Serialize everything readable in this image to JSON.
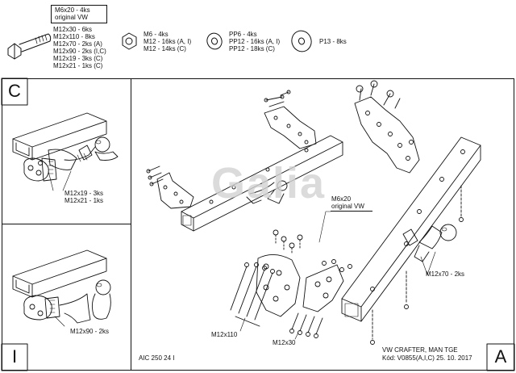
{
  "parts": {
    "bolt_main": [
      "M6x20 - 4ks",
      "original VW"
    ],
    "bolts": [
      "M12x30 - 6ks",
      "M12x110 - 8ks",
      "M12x70 - 2ks (A)",
      "M12x90 - 2ks (I,C)",
      "M12x19 - 3ks (C)",
      "M12x21 - 1ks (C)"
    ],
    "nuts": [
      "M6 - 4ks",
      "M12 - 16ks (A, I)",
      "M12 - 14ks (C)"
    ],
    "washers": [
      "PP6 - 4ks",
      "PP12 - 16ks (A, I)",
      "PP12 - 18ks (C)"
    ],
    "washer_large": "P13 - 8ks"
  },
  "variant_c": {
    "letter": "C",
    "callouts": [
      "M12x19 - 3ks",
      "M12x21 - 1ks"
    ]
  },
  "variant_i": {
    "letter": "I",
    "callout": "M12x90 - 2ks"
  },
  "variant_a": {
    "letter": "A",
    "callout_top": [
      "M6x20",
      "original VW"
    ],
    "callout_right": "M12x70 - 2ks",
    "callout_m12x110": "M12x110",
    "callout_m12x30": "M12x30"
  },
  "watermark": "Galia",
  "footer": {
    "code": "AIC 250 24 I",
    "model": "VW CRAFTER, MAN TGE",
    "kod": "Kód: V0855(A,I,C)  25. 10. 2017"
  }
}
